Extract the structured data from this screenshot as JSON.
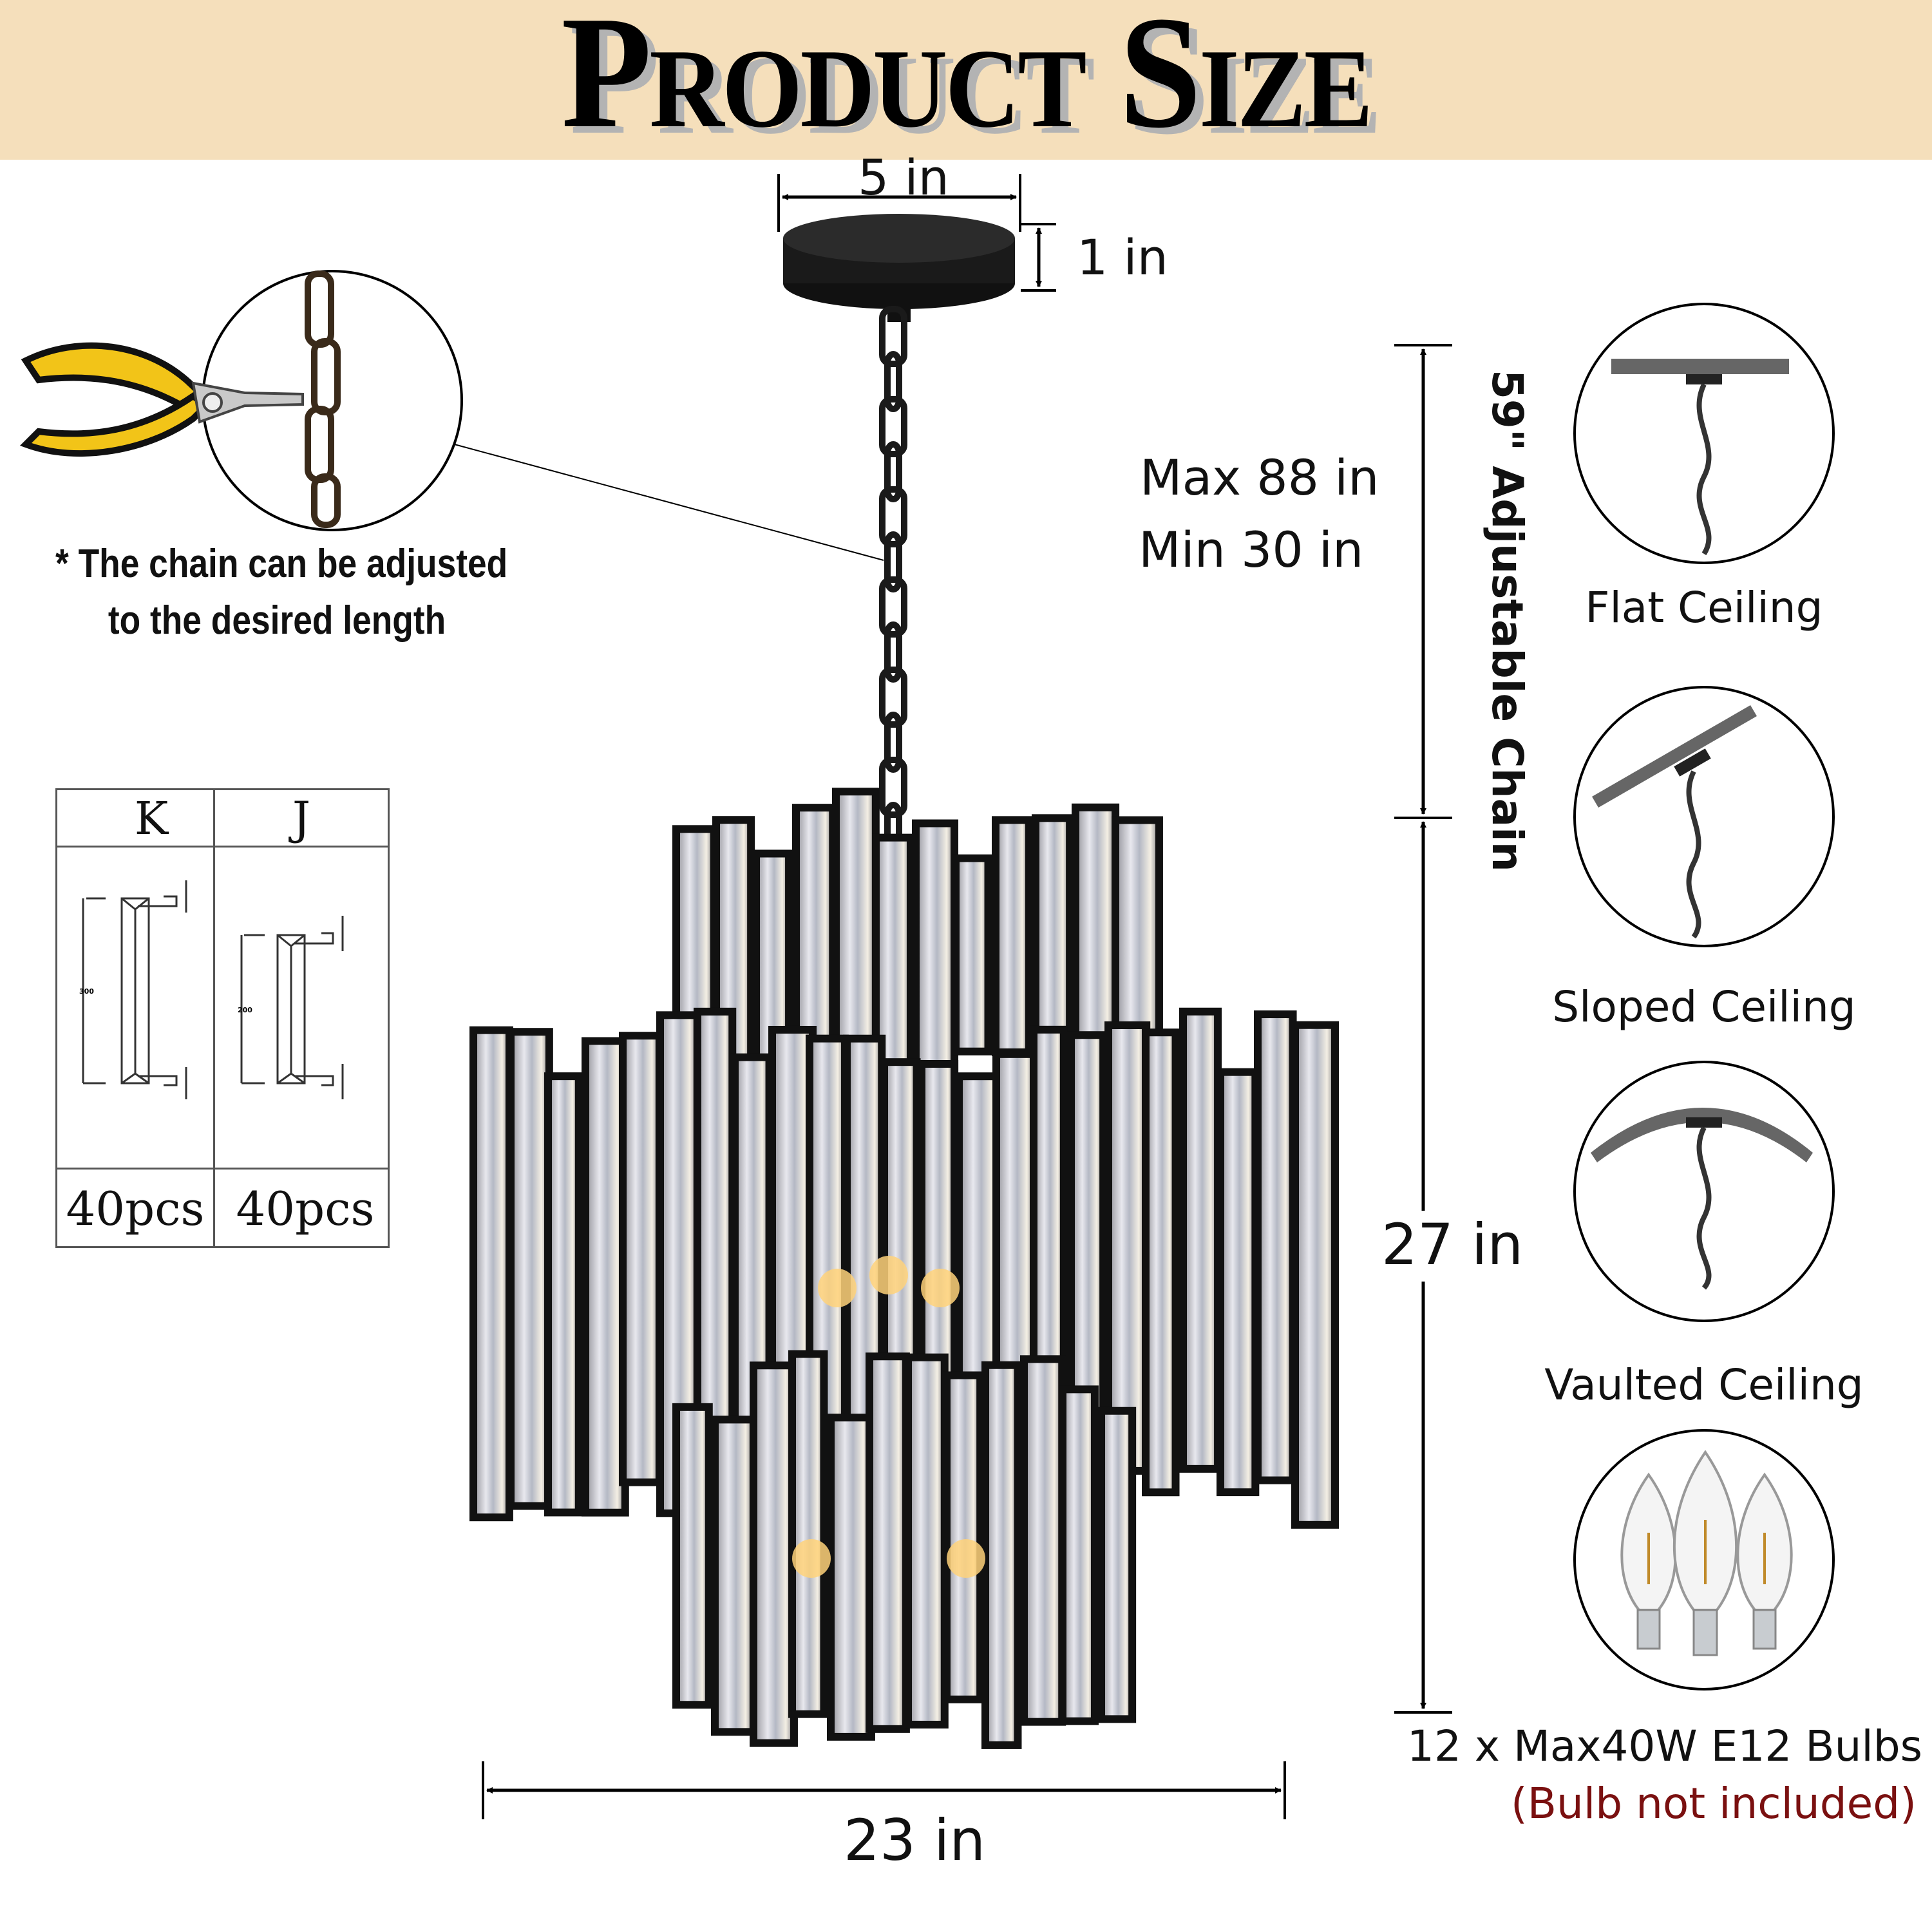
{
  "header": {
    "title": "Product Size",
    "background": "#f5dfbb"
  },
  "dimensions": {
    "canopy_width": "5 in",
    "canopy_height": "1 in",
    "max_length": "Max 88 in",
    "min_length": "Min 30 in",
    "chain_length": "59\" Adjustable Chain",
    "body_height": "27 in",
    "body_width": "23 in"
  },
  "chain_note": {
    "line1": "* The chain can be adjusted",
    "line2": "to the desired length"
  },
  "crystal_table": {
    "columns": [
      {
        "header": "K",
        "drawing_label": "300",
        "quantity": "40pcs"
      },
      {
        "header": "J",
        "drawing_label": "200",
        "quantity": "40pcs"
      }
    ]
  },
  "ceiling_types": [
    {
      "label": "Flat Ceiling",
      "icon": "flat-ceiling-icon"
    },
    {
      "label": "Sloped Ceiling",
      "icon": "sloped-ceiling-icon"
    },
    {
      "label": "Vaulted Ceiling",
      "icon": "vaulted-ceiling-icon"
    }
  ],
  "bulbs": {
    "spec": "12 x Max40W E12 Bulbs",
    "note": "(Bulb not included)",
    "note_color": "#7a1010"
  }
}
